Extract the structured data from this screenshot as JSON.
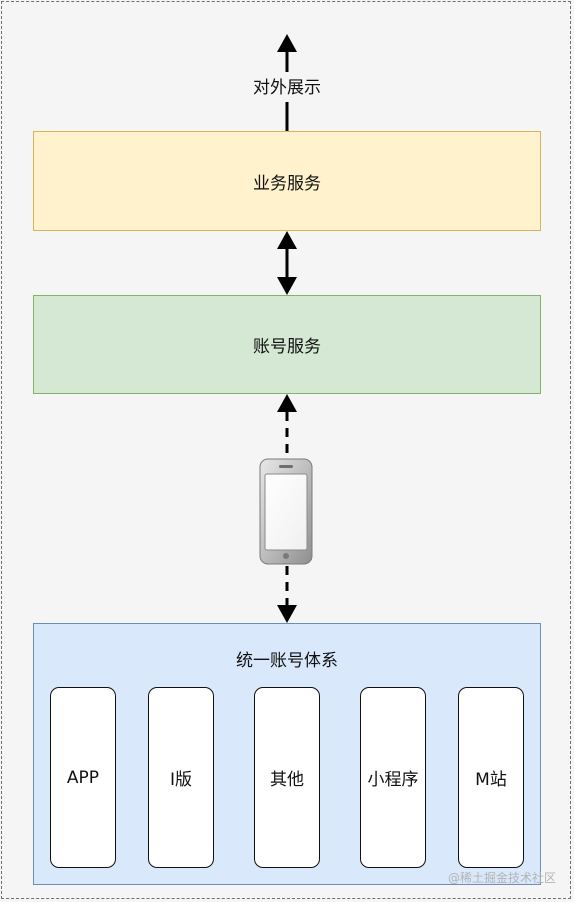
{
  "export_label": "对外展示",
  "business_service": {
    "label": "业务服务"
  },
  "account_service": {
    "label": "账号服务"
  },
  "unified_account": {
    "title": "统一账号体系",
    "clients": [
      {
        "label": "APP"
      },
      {
        "label": "I版"
      },
      {
        "label": "其他"
      },
      {
        "label": "小程序"
      },
      {
        "label": "M站"
      }
    ]
  },
  "icons": {
    "device": "mobile-phone-icon"
  },
  "colors": {
    "business_fill": "#fff2cc",
    "business_border": "#d6b656",
    "account_fill": "#d5e8d4",
    "account_border": "#82b366",
    "unified_fill": "#dae8fc",
    "unified_border": "#6c8ebf"
  },
  "watermark": "@稀土掘金技术社区"
}
